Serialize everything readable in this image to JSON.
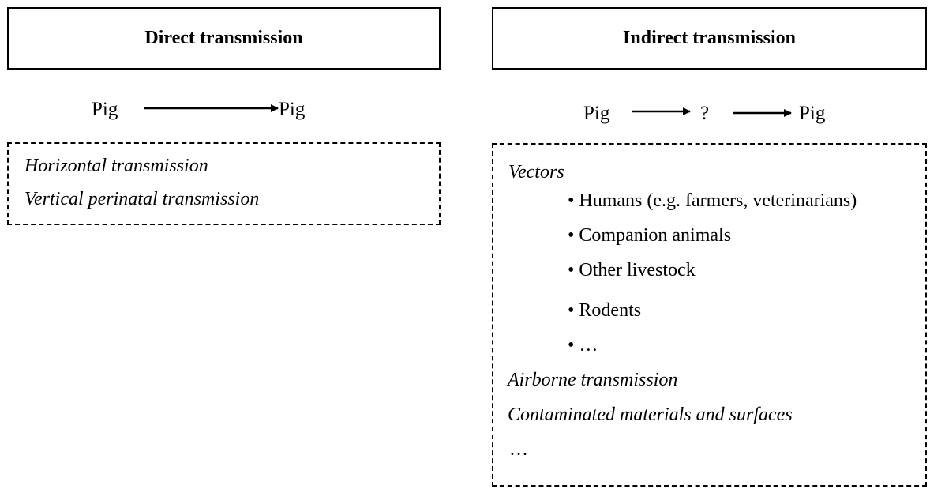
{
  "direct": {
    "title": "Direct transmission",
    "flow": {
      "source": "Pig",
      "target": "Pig"
    },
    "routes": [
      "Horizontal transmission",
      "Vertical perinatal transmission"
    ]
  },
  "indirect": {
    "title": "Indirect transmission",
    "flow": {
      "source": "Pig",
      "intermediate": "?",
      "target": "Pig"
    },
    "vectors_label": "Vectors",
    "vectors": [
      "• Humans (e.g. farmers, veterinarians)",
      "• Companion animals",
      "• Other livestock",
      "• Rodents",
      "• …"
    ],
    "routes": [
      "Airborne transmission",
      "Contaminated materials and surfaces"
    ],
    "ellipsis": "…"
  }
}
